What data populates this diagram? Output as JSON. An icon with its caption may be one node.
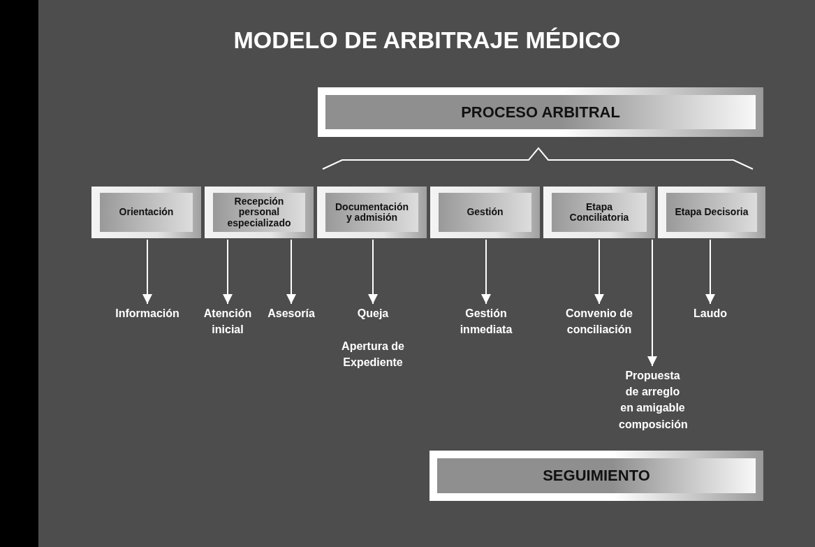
{
  "diagram": {
    "title": "MODELO DE ARBITRAJE MÉDICO",
    "nodes": [
      {
        "text": [
          "PROCESO ARBITRAL"
        ]
      },
      {
        "text": [
          "Orientación"
        ]
      },
      {
        "text": [
          "Recepción personal especializado"
        ]
      },
      {
        "text": [
          "Documentación y admisión"
        ]
      },
      {
        "text": [
          "Gestión"
        ]
      },
      {
        "text": [
          "Etapa Conciliatoria"
        ]
      },
      {
        "text": [
          "Etapa Decisoria"
        ]
      },
      {
        "text": [
          "Información"
        ]
      },
      {
        "text": [
          "Atención inicial"
        ]
      },
      {
        "text": [
          "Asesoría"
        ]
      },
      {
        "text": [
          "Queja"
        ]
      },
      {
        "text": [
          "Gestión inmediata"
        ]
      },
      {
        "text": [
          "Convenio de conciliación"
        ]
      },
      {
        "text": [
          "Laudo"
        ]
      },
      {
        "text": [
          "Propuesta de arreglo en amigable composición"
        ]
      },
      {
        "text": [
          "SEGUIMIENTO"
        ]
      }
    ],
    "edges": [
      {
        "from": 1,
        "to": 7,
        "arrow": "to"
      },
      {
        "from": 2,
        "to": 8,
        "arrow": "to"
      },
      {
        "from": 2,
        "to": 9,
        "arrow": "to"
      },
      {
        "from": 3,
        "to": 10,
        "arrow": "to"
      },
      {
        "from": 4,
        "to": 11,
        "arrow": "to"
      },
      {
        "from": 5,
        "to": 12,
        "arrow": "to"
      },
      {
        "from": 5,
        "to": 14,
        "arrow": "to"
      },
      {
        "from": 6,
        "to": 13,
        "arrow": "to"
      }
    ],
    "labels": [
      "Apertura de Expediente"
    ]
  }
}
